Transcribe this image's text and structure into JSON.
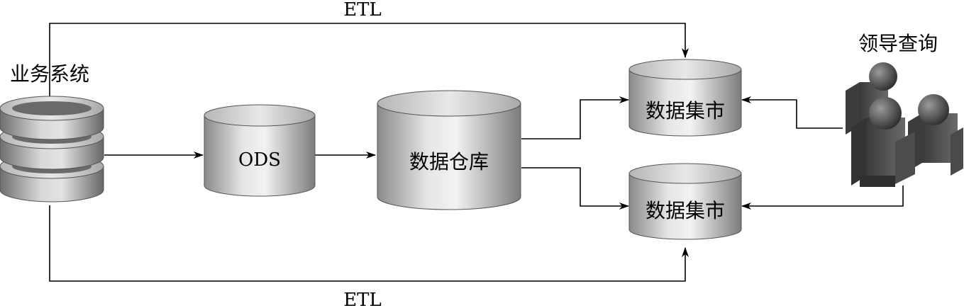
{
  "nodes": {
    "source_system": "业务系统",
    "ods": "ODS",
    "data_warehouse": "数据仓库",
    "data_mart_top": "数据集市",
    "data_mart_bottom": "数据集市",
    "leadership_query": "领导查询"
  },
  "edges": {
    "etl_top": "ETL",
    "etl_bottom": "ETL"
  }
}
